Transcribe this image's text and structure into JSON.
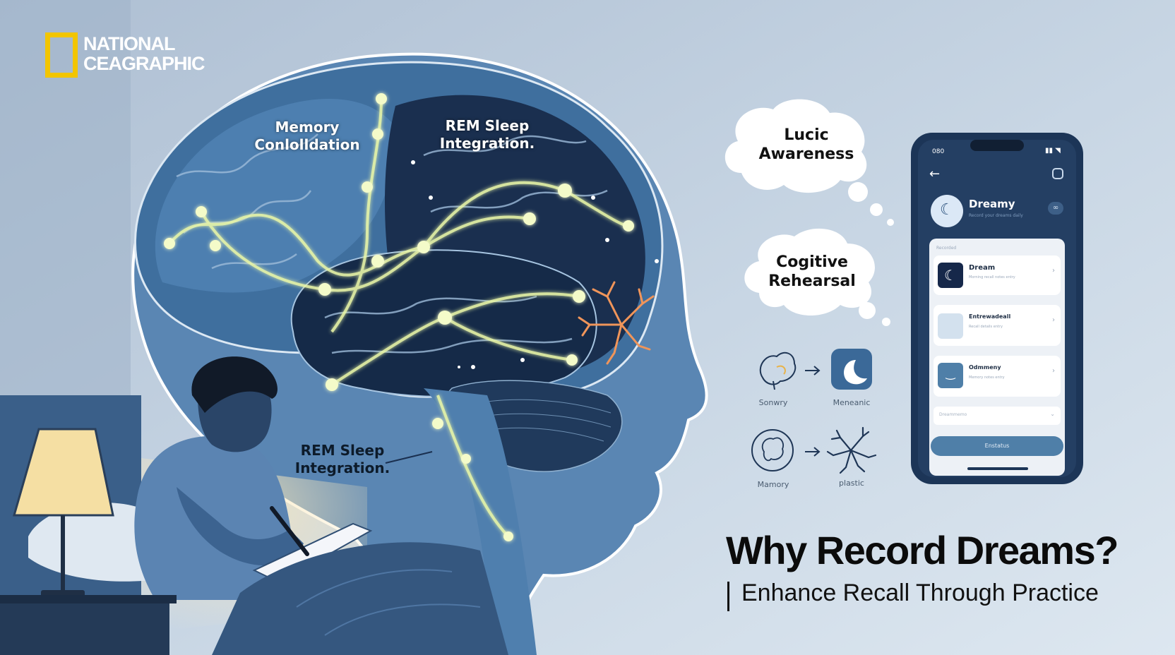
{
  "brand": {
    "logo_line1": "NATIONAL",
    "logo_line2": "CEAGRAPHIC",
    "logo_color": "#f2c500"
  },
  "brain": {
    "label_memory_line1": "Memory",
    "label_memory_line2": "Conlolldation",
    "label_rem_top_line1": "REM Sleep",
    "label_rem_top_line2": "Integration.",
    "label_rem_side_line1": "REM Sleep",
    "label_rem_side_line2": "Integration.",
    "glow_color": "#eaf7a8",
    "branch_color": "#f0955a"
  },
  "thoughts": {
    "bubble1_line1": "Lucic",
    "bubble1_line2": "Awareness",
    "bubble2_line1": "Cogitive",
    "bubble2_line2": "Rehearsal"
  },
  "icons": {
    "row1_left_caption": "Sonwry",
    "row1_right_caption": "Meneanic",
    "row2_left_caption": "Mamory",
    "row2_right_caption": "plastic",
    "row1_left_icon": "brain-outline-icon",
    "row1_right_icon": "moon-badge-icon",
    "row2_left_icon": "brain-circle-icon",
    "row2_right_icon": "neuron-icon"
  },
  "phone": {
    "status_time": "080",
    "app_title": "Dreamy",
    "app_subtitle": "Record your dreams daily",
    "list_header": "Recorded",
    "items": [
      {
        "title": "Dream",
        "detail": "Morning recall notes entry"
      },
      {
        "title": "Entrewadeall",
        "detail": "Recall details entry"
      },
      {
        "title": "Odmmeny",
        "detail": "Memory notes entry"
      }
    ],
    "input_placeholder": "Dreammemo",
    "button_label": "Enstatus",
    "accent": "#4f7fa8"
  },
  "headline": {
    "title": "Why Record Dreams?",
    "subtitle": "Enhance Recall Through Practice"
  }
}
